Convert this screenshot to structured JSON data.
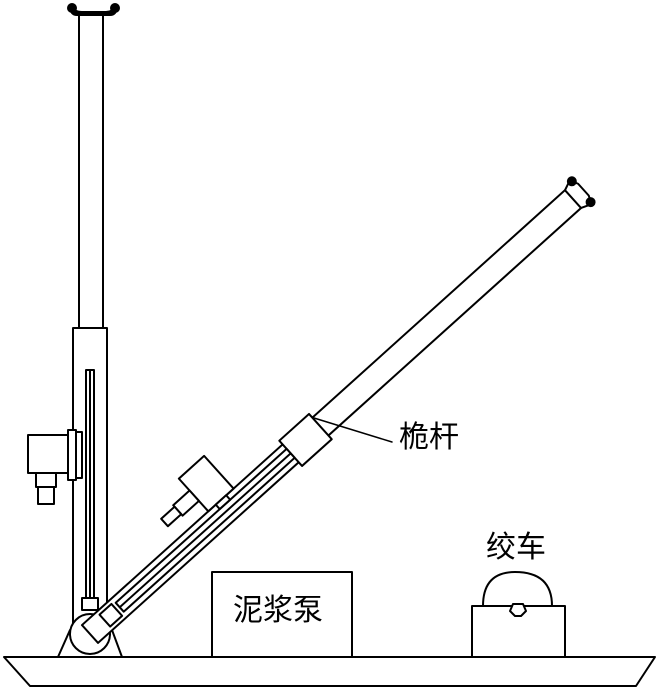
{
  "labels": {
    "boom": "桅杆",
    "winch": "绞车",
    "mud_pump": "泥浆泵"
  },
  "colors": {
    "stroke": "#000000",
    "background": "#ffffff"
  }
}
